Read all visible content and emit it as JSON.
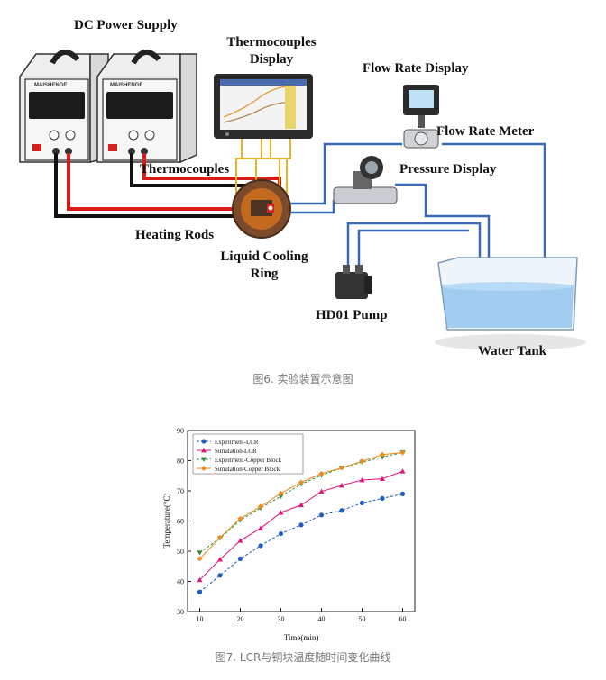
{
  "diagram": {
    "labels": {
      "dc_power_supply": "DC Power Supply",
      "thermocouples_display": "Thermocouples\nDisplay",
      "flow_rate_display": "Flow Rate Display",
      "flow_rate_meter": "Flow Rate Meter",
      "pressure_display": "Pressure Display",
      "thermocouples": "Thermocouples",
      "heating_rods": "Heating Rods",
      "liquid_cooling_ring": "Liquid Cooling\nRing",
      "hd01_pump": "HD01 Pump",
      "water_tank": "Water Tank"
    },
    "brand": "MAISHENGE"
  },
  "caption_fig6": "图6. 实验装置示意图",
  "caption_fig7": "图7. LCR与铜块温度随时间变化曲线",
  "colors": {
    "experiment_lcr": "#1f5fc4",
    "simulation_lcr": "#e0157a",
    "experiment_copper": "#2e8b3e",
    "simulation_copper": "#f08c1e"
  },
  "chart_data": {
    "type": "line",
    "xlabel": "Time(min)",
    "ylabel": "Temperature(°C)",
    "xlim": [
      7,
      63
    ],
    "ylim": [
      30,
      90
    ],
    "xticks": [
      10,
      20,
      30,
      40,
      50,
      60
    ],
    "yticks": [
      30,
      40,
      50,
      60,
      70,
      80,
      90
    ],
    "x": [
      10,
      15,
      20,
      25,
      30,
      35,
      40,
      45,
      50,
      55,
      60
    ],
    "legend_position": "top-left",
    "series": [
      {
        "name": "Experiment-LCR",
        "marker": "circle",
        "dash": true,
        "color": "#1f5fc4",
        "values": [
          36.5,
          42,
          47.5,
          51.8,
          55.8,
          58.7,
          62,
          63.5,
          66,
          67.5,
          69
        ]
      },
      {
        "name": "Simulation-LCR",
        "marker": "triangle-up",
        "dash": false,
        "color": "#e0157a",
        "values": [
          40.5,
          47.3,
          53.5,
          57.6,
          62.8,
          65.3,
          69.8,
          71.8,
          73.6,
          74,
          76.5
        ]
      },
      {
        "name": "Experiment-Copper Block",
        "marker": "triangle-down",
        "dash": true,
        "color": "#2e8b3e",
        "values": [
          49.5,
          54.3,
          60.3,
          64.3,
          68.2,
          72.2,
          75.2,
          77.6,
          79.5,
          81.2,
          82.7
        ]
      },
      {
        "name": "Simulation-Copper Block",
        "marker": "diamond",
        "dash": false,
        "color": "#f08c1e",
        "values": [
          47.5,
          54.5,
          60.8,
          64.8,
          69.2,
          72.8,
          75.7,
          77.6,
          79.8,
          82,
          82.7
        ]
      }
    ]
  }
}
